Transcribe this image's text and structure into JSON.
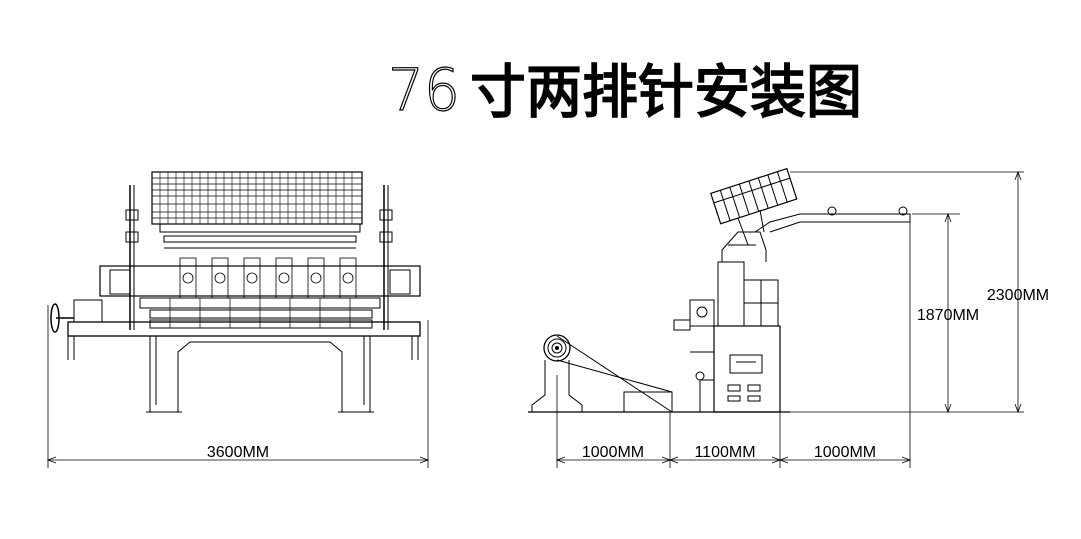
{
  "title": {
    "number": "76",
    "text": "寸两排针安装图"
  },
  "dimensions": {
    "front_width": "3600MM",
    "side_left": "1000MM",
    "side_middle": "1100MM",
    "side_right": "1000MM",
    "height_low": "1870MM",
    "height_high": "2300MM"
  },
  "colors": {
    "line": "#000000",
    "background": "#ffffff"
  }
}
